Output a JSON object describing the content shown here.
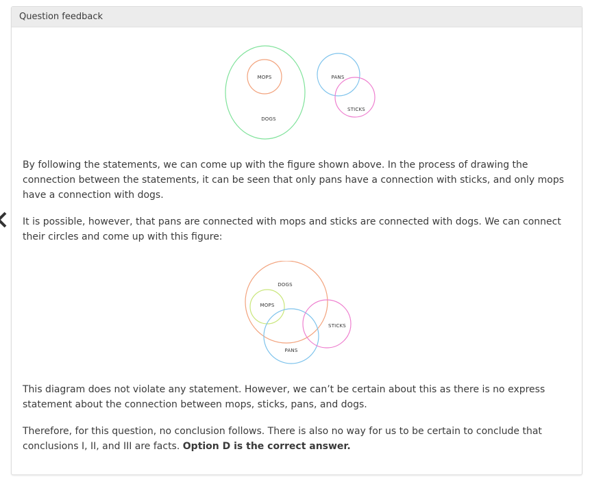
{
  "header": {
    "title": "Question feedback"
  },
  "diagram1": {
    "labels": {
      "dogs": "DOGS",
      "mops": "MOPS",
      "pans": "PANS",
      "sticks": "STICKS"
    },
    "colors": {
      "dogs": "#7fe29a",
      "mops": "#f2a27c",
      "pans": "#7ec3ec",
      "sticks": "#ee7fcf"
    }
  },
  "diagram2": {
    "labels": {
      "dogs": "DOGS",
      "mops": "MOPS",
      "pans": "PANS",
      "sticks": "STICKS"
    },
    "colors": {
      "dogs": "#f2a27c",
      "mops": "#c9e67a",
      "pans": "#7ec3ec",
      "sticks": "#ee7fcf"
    }
  },
  "content": {
    "p1": "By following the statements, we can come up with the figure shown above. In the process of drawing the connection between the statements, it can be seen that only pans have a connection with sticks, and only mops have a connection with dogs.",
    "p2": "It is possible, however, that pans are connected with mops and sticks are connected with dogs. We can connect their circles and come up with this figure:",
    "p3": "This diagram does not violate any statement. However, we can’t be certain about this as there is no express statement about the connection between mops, sticks, pans, and dogs.",
    "p4_text": "Therefore, for this question, no conclusion follows. There is also no way for us to be certain to conclude that conclusions I, II, and III are facts. ",
    "p4_bold": "Option D is the correct answer."
  },
  "navigation": {
    "back_icon": "chevron-left-icon"
  }
}
